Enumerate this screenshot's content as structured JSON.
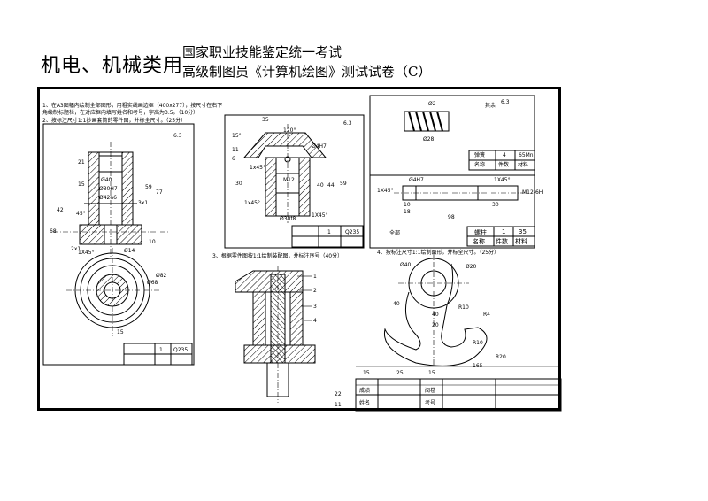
{
  "header": {
    "category": "机电、机械类用",
    "line1": "国家职业技能鉴定统一考试",
    "line2": "高级制图员《计算机绘图》测试试卷（C）"
  },
  "instructions": {
    "q1a": "1、在A3图幅内绘制全部图形，用粗实线画边框（400x277），按尺寸在右下",
    "q1b": "角绘制标题栏，在对应框内填写姓名和考号，字高为3.5。（10分）",
    "q2": "2、按标注尺寸1:1抄画套筒的零件图，并标全尺寸。（25分）",
    "q3": "3、根据零件图按1:1绘制装配图，并标注序号（40分）",
    "q4": "4、按标注尺寸1:1绘制图形，并标全尺寸。（25分）"
  },
  "part1": {
    "roughness": "6.3",
    "dims": [
      "Ø40",
      "Ø30H7",
      "Ø42n6",
      "21",
      "15",
      "59",
      "77",
      "42",
      "3x1",
      "Ø14",
      "10",
      "68",
      "2x1",
      "1X45°",
      "45°",
      "Ø82",
      "Ø68",
      "15"
    ],
    "title_qty": "1",
    "title_mat": "Q235"
  },
  "part2": {
    "roughness": "6.3",
    "dims": [
      "35",
      "120°",
      "15°",
      "Ø4H7",
      "M12",
      "30",
      "40",
      "44",
      "59",
      "1x45°",
      "Ø30f8",
      "1X45°",
      "11",
      "6",
      "1x45°"
    ],
    "title_qty": "1",
    "title_mat": "Q235"
  },
  "part3": {
    "roughness": "6.3",
    "other": "其余",
    "dims": [
      "Ø2",
      "Ø28",
      "Ø4H7",
      "M12-6H",
      "1X45°",
      "1X45°",
      "10",
      "18",
      "30",
      "98"
    ],
    "spring_row": [
      "弹簧",
      "4",
      "65Mn"
    ],
    "header_row": [
      "名称",
      "件数",
      "材料"
    ],
    "bolt_row": [
      "螺柱",
      "1",
      "35"
    ],
    "bolt_header": [
      "名称",
      "件数",
      "材料"
    ],
    "all_label": "全部"
  },
  "assembly": {
    "balloons": [
      "1",
      "2",
      "3",
      "4"
    ]
  },
  "hook": {
    "dims": [
      "Ø40",
      "Ø20",
      "R10",
      "R4",
      "40",
      "40",
      "20",
      "R10",
      "R20",
      "165"
    ]
  },
  "title_block": {
    "cols": [
      "15",
      "25",
      "15"
    ],
    "row_h": [
      "22",
      "11"
    ],
    "score_label": "成绩",
    "reviewer_label": "阅卷",
    "name_label": "姓名",
    "exam_no_label": "考号"
  }
}
